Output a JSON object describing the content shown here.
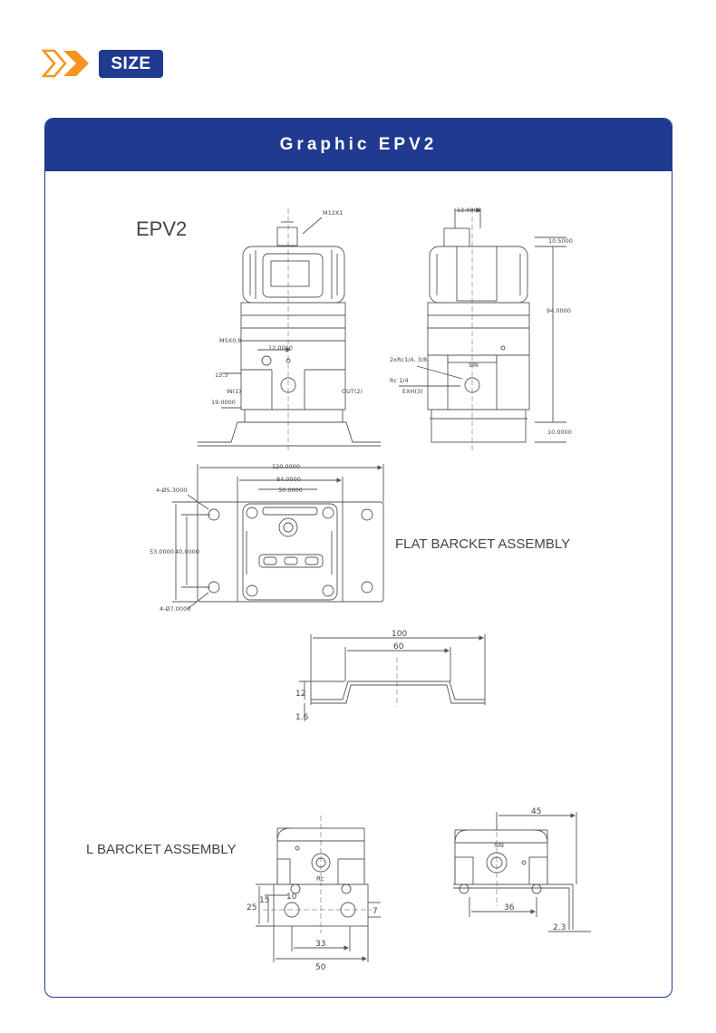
{
  "header": {
    "size_label": "SIZE"
  },
  "card": {
    "title": "Graphic EPV2"
  },
  "sections": {
    "epv_title": "EPV2",
    "flat_label": "FLAT BARCKET ASSEMBLY",
    "l_label": "L BARCKET ASSEMBLY"
  },
  "drawing": {
    "front": {
      "m12": "M12X1",
      "m5": "M5X0.8",
      "dim12": "12.0000",
      "dim15": "15.3",
      "dim19": "19.0000",
      "in_port": "IN(1)",
      "out_port": "OUT(2)"
    },
    "side": {
      "dim12": "12.0000",
      "dim10_top": "10.5000",
      "dim94": "94.0000",
      "dim10_bot": "10.0000",
      "sin": "SIN",
      "port_note": "2xRc1/4, 3/8,",
      "exh_note": "Rc 1/4",
      "exh_port": "EXH(3)"
    },
    "flat": {
      "dim120": "120.0000",
      "dim84": "84.0000",
      "dim50": "50.0000",
      "dim53": "53.0000",
      "dim40": "40.0000",
      "hole_top": "4-Ø5.3000",
      "hole_bot": "4-Ø7.0000"
    },
    "bracket_side": {
      "dim100": "100",
      "dim60": "60",
      "dim12": "12",
      "dim16": "1.6"
    },
    "l_front": {
      "rc": "Rc",
      "dim10": "10",
      "dim15": "15",
      "dim25": "25",
      "dim7": "7",
      "dim33": "33",
      "dim50": "50"
    },
    "l_side": {
      "dim45": "45",
      "sin": "SIN",
      "dim36": "36",
      "dim23": "2.3"
    }
  },
  "colors": {
    "brand_blue": "#1f3a8f",
    "accent_orange": "#f7941d",
    "line": "#555555"
  }
}
